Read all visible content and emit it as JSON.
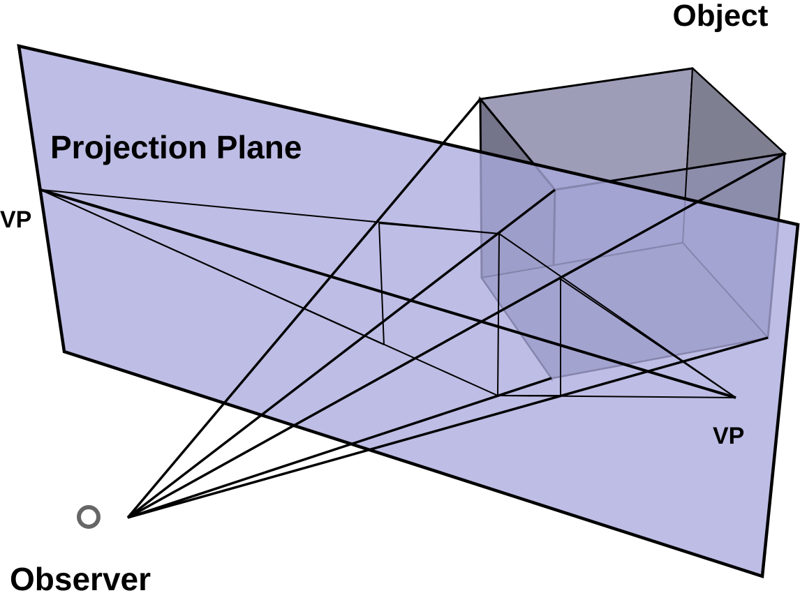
{
  "labels": {
    "object": "Object",
    "projection_plane": "Projection Plane",
    "vp_left": "VP",
    "vp_right": "VP",
    "observer": "Observer"
  },
  "colors": {
    "plane_fill": "#aaaade",
    "object_face_top": "#9b9bb8",
    "object_face_side": "#7a7a90",
    "object_face_front": "#8888aa",
    "line": "#000000",
    "observer_ring": "#666666"
  },
  "icons": {
    "observer": "observer-eye-icon"
  }
}
